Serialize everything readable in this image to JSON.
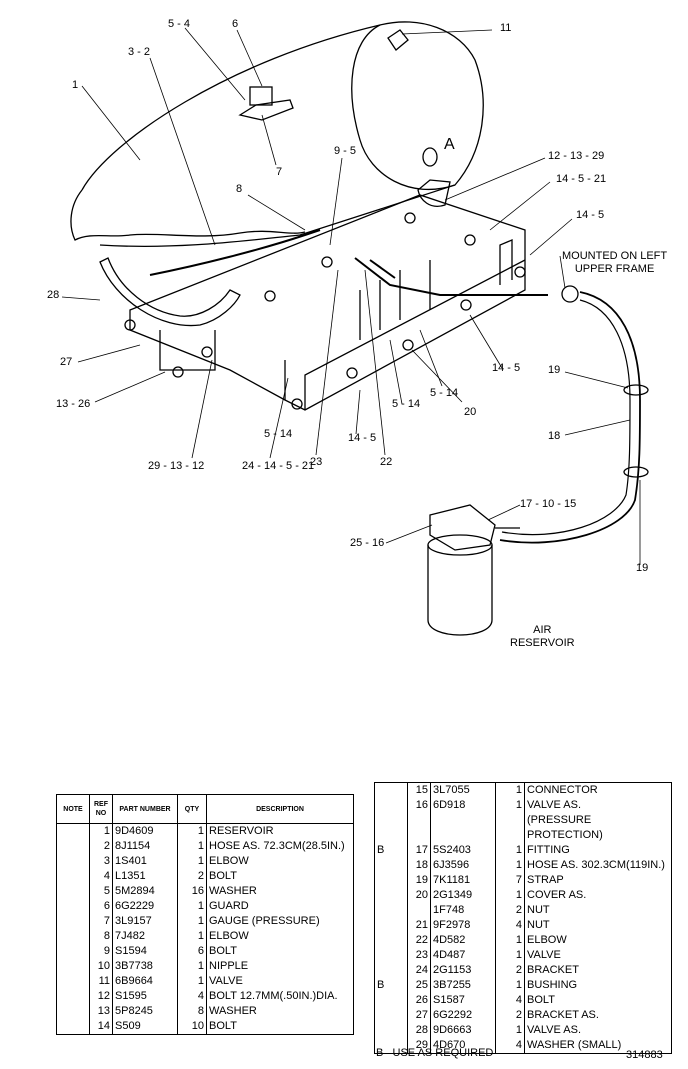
{
  "diagram": {
    "callouts": [
      {
        "id": "c1",
        "text": "1"
      },
      {
        "id": "c32",
        "text": "3 - 2"
      },
      {
        "id": "c54",
        "text": "5 - 4"
      },
      {
        "id": "c6",
        "text": "6"
      },
      {
        "id": "c7",
        "text": "7"
      },
      {
        "id": "c11",
        "text": "11"
      },
      {
        "id": "cA",
        "text": "A"
      },
      {
        "id": "c95",
        "text": "9 - 5"
      },
      {
        "id": "c8",
        "text": "8"
      },
      {
        "id": "c121329",
        "text": "12 - 13 - 29"
      },
      {
        "id": "c14521",
        "text": "14 - 5 - 21"
      },
      {
        "id": "c145top",
        "text": "14 - 5"
      },
      {
        "id": "c28",
        "text": "28"
      },
      {
        "id": "c27",
        "text": "27"
      },
      {
        "id": "c1326",
        "text": "13 - 26"
      },
      {
        "id": "c145r",
        "text": "14 - 5"
      },
      {
        "id": "c19a",
        "text": "19"
      },
      {
        "id": "c18",
        "text": "18"
      },
      {
        "id": "c19b",
        "text": "19"
      },
      {
        "id": "c514a",
        "text": "5 - 14"
      },
      {
        "id": "c514b",
        "text": "5 - 14"
      },
      {
        "id": "c20",
        "text": "20"
      },
      {
        "id": "c514c",
        "text": "5 - 14"
      },
      {
        "id": "c145bot",
        "text": "14 - 5"
      },
      {
        "id": "c291312",
        "text": "29 - 13 - 12"
      },
      {
        "id": "c2414521",
        "text": "24 - 14 - 5 - 21"
      },
      {
        "id": "c23",
        "text": "23"
      },
      {
        "id": "c22",
        "text": "22"
      },
      {
        "id": "c171015",
        "text": "17 - 10 - 15"
      },
      {
        "id": "c2516",
        "text": "25 - 16"
      }
    ],
    "mounted_label": [
      "MOUNTED ON LEFT",
      "UPPER FRAME"
    ],
    "air_reservoir_label": [
      "AIR",
      "RESERVOIR"
    ]
  },
  "parts_table_left": {
    "headers": {
      "note": "NOTE",
      "ref_no": "REF NO",
      "part_number": "PART NUMBER",
      "qty": "QTY",
      "description": "DESCRIPTION"
    },
    "rows": [
      {
        "note": "",
        "ref": "1",
        "part": "9D4609",
        "qty": "1",
        "desc": "RESERVOIR"
      },
      {
        "note": "",
        "ref": "2",
        "part": "8J1154",
        "qty": "1",
        "desc": "HOSE AS. 72.3CM(28.5IN.)"
      },
      {
        "note": "",
        "ref": "3",
        "part": "1S401",
        "qty": "1",
        "desc": "ELBOW"
      },
      {
        "note": "",
        "ref": "4",
        "part": "L1351",
        "qty": "2",
        "desc": "BOLT"
      },
      {
        "note": "",
        "ref": "5",
        "part": "5M2894",
        "qty": "16",
        "desc": "WASHER"
      },
      {
        "note": "",
        "ref": "6",
        "part": "6G2229",
        "qty": "1",
        "desc": "GUARD"
      },
      {
        "note": "",
        "ref": "7",
        "part": "3L9157",
        "qty": "1",
        "desc": "GAUGE (PRESSURE)"
      },
      {
        "note": "",
        "ref": "8",
        "part": "7J482",
        "qty": "1",
        "desc": "ELBOW"
      },
      {
        "note": "",
        "ref": "9",
        "part": "S1594",
        "qty": "6",
        "desc": "BOLT"
      },
      {
        "note": "",
        "ref": "10",
        "part": "3B7738",
        "qty": "1",
        "desc": "NIPPLE"
      },
      {
        "note": "",
        "ref": "11",
        "part": "6B9664",
        "qty": "1",
        "desc": "VALVE"
      },
      {
        "note": "",
        "ref": "12",
        "part": "S1595",
        "qty": "4",
        "desc": "BOLT 12.7MM(.50IN.)DIA."
      },
      {
        "note": "",
        "ref": "13",
        "part": "5P8245",
        "qty": "8",
        "desc": "WASHER"
      },
      {
        "note": "",
        "ref": "14",
        "part": "S509",
        "qty": "10",
        "desc": "BOLT"
      }
    ]
  },
  "parts_table_right": {
    "rows": [
      {
        "note": "",
        "ref": "15",
        "part": "3L7055",
        "qty": "1",
        "desc": "CONNECTOR"
      },
      {
        "note": "",
        "ref": "16",
        "part": "6D918",
        "qty": "1",
        "desc": "VALVE AS."
      },
      {
        "note": "",
        "ref": "",
        "part": "",
        "qty": "",
        "desc": "(PRESSURE PROTECTION)"
      },
      {
        "note": "B",
        "ref": "17",
        "part": "5S2403",
        "qty": "1",
        "desc": "FITTING"
      },
      {
        "note": "",
        "ref": "18",
        "part": "6J3596",
        "qty": "1",
        "desc": "HOSE AS. 302.3CM(119IN.)"
      },
      {
        "note": "",
        "ref": "19",
        "part": "7K1181",
        "qty": "7",
        "desc": "STRAP"
      },
      {
        "note": "",
        "ref": "20",
        "part": "2G1349",
        "qty": "1",
        "desc": "COVER AS."
      },
      {
        "note": "",
        "ref": "",
        "part": "1F748",
        "qty": "2",
        "desc": "NUT"
      },
      {
        "note": "",
        "ref": "21",
        "part": "9F2978",
        "qty": "4",
        "desc": "NUT"
      },
      {
        "note": "",
        "ref": "22",
        "part": "4D582",
        "qty": "1",
        "desc": "ELBOW"
      },
      {
        "note": "",
        "ref": "23",
        "part": "4D487",
        "qty": "1",
        "desc": "VALVE"
      },
      {
        "note": "",
        "ref": "24",
        "part": "2G1153",
        "qty": "2",
        "desc": "BRACKET"
      },
      {
        "note": "B",
        "ref": "25",
        "part": "3B7255",
        "qty": "1",
        "desc": "BUSHING"
      },
      {
        "note": "",
        "ref": "26",
        "part": "S1587",
        "qty": "4",
        "desc": "BOLT"
      },
      {
        "note": "",
        "ref": "27",
        "part": "6G2292",
        "qty": "2",
        "desc": "BRACKET AS."
      },
      {
        "note": "",
        "ref": "28",
        "part": "9D6663",
        "qty": "1",
        "desc": "VALVE AS."
      },
      {
        "note": "",
        "ref": "29",
        "part": "4D670",
        "qty": "4",
        "desc": "WASHER (SMALL)"
      }
    ]
  },
  "footnote": "B   USE AS REQUIRED",
  "drawing_number": "314883"
}
